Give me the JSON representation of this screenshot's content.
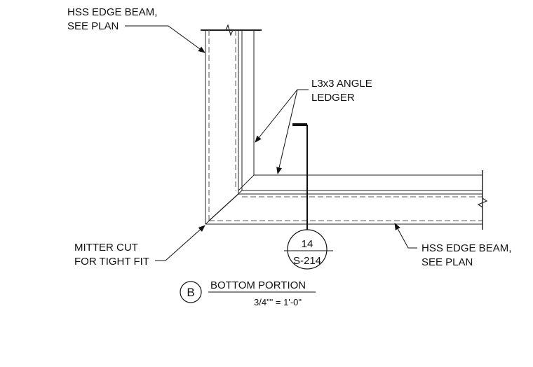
{
  "labels": {
    "hss_top_line1": "HSS EDGE BEAM,",
    "hss_top_line2": "SEE PLAN",
    "angle_line1": "L3x3 ANGLE",
    "angle_line2": "LEDGER",
    "miter_line1": "MITTER CUT",
    "miter_line2": "FOR TIGHT FIT",
    "hss_bottom_line1": "HSS EDGE BEAM,",
    "hss_bottom_line2": "SEE PLAN"
  },
  "section_callout": {
    "number": "14",
    "sheet": "S-214"
  },
  "detail_title": {
    "letter": "B",
    "title": "BOTTOM PORTION",
    "scale": "3/4\"\" = 1'-0\""
  }
}
